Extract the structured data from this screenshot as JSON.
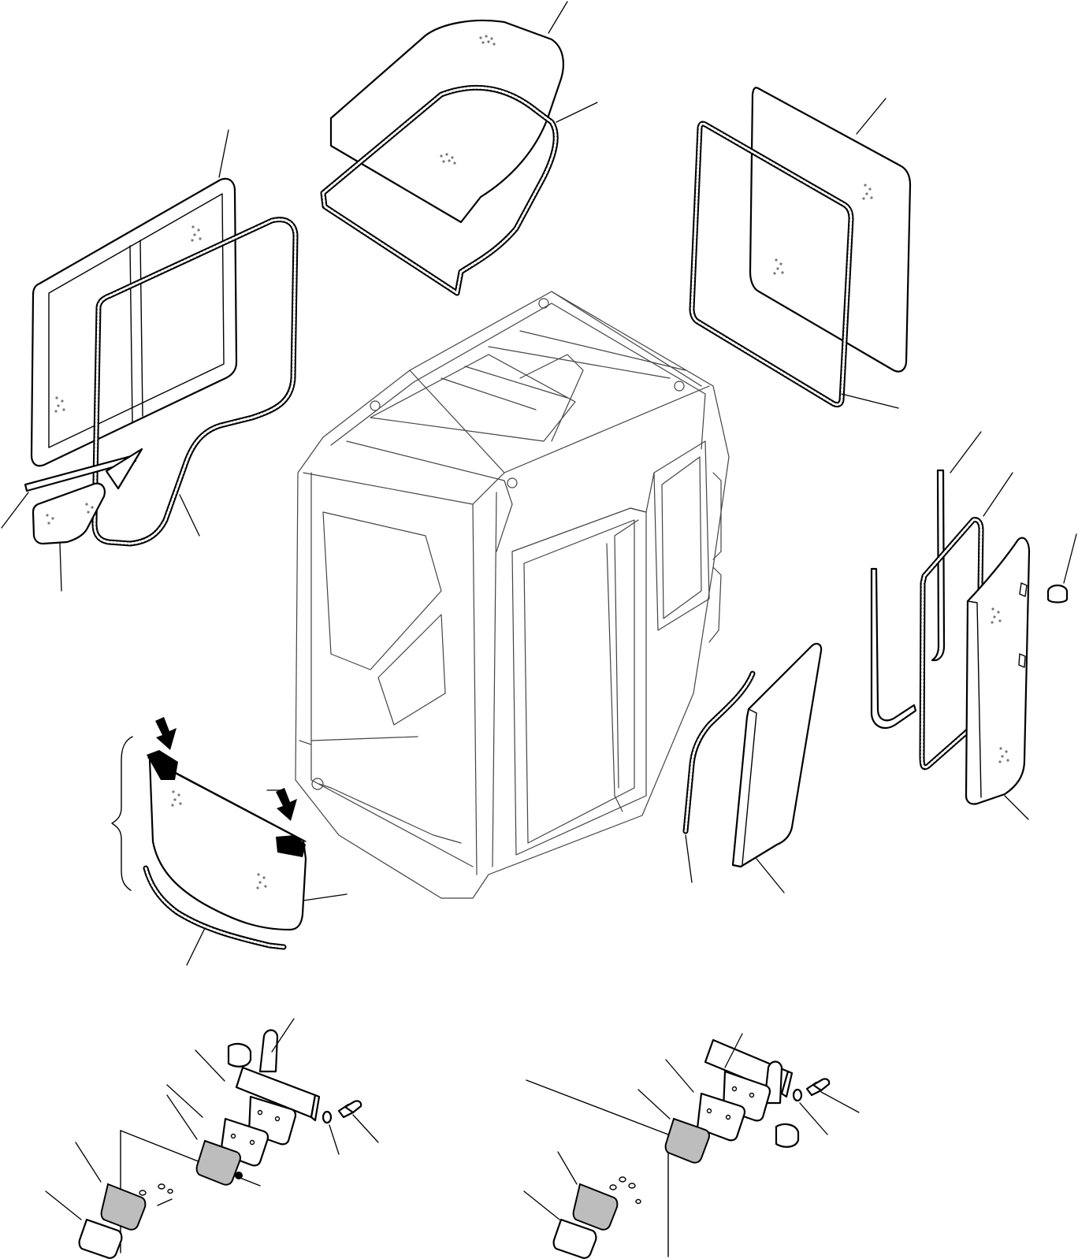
{
  "diagram": {
    "parts": [
      {
        "id": "cab-frame",
        "icon": "cab-frame-icon"
      },
      {
        "id": "roof-glass",
        "icon": "glass-panel-icon"
      },
      {
        "id": "roof-glass-seal",
        "icon": "rubber-seal-icon"
      },
      {
        "id": "side-glass-frame",
        "icon": "glass-panel-icon"
      },
      {
        "id": "side-glass-seal",
        "icon": "rubber-seal-icon"
      },
      {
        "id": "lower-glass-strip",
        "icon": "glass-panel-icon"
      },
      {
        "id": "rear-glass",
        "icon": "glass-panel-icon"
      },
      {
        "id": "rear-glass-seal",
        "icon": "rubber-seal-icon"
      },
      {
        "id": "front-lower-glass",
        "icon": "glass-panel-icon"
      },
      {
        "id": "front-lower-glass-seal",
        "icon": "rubber-seal-icon"
      },
      {
        "id": "corner-glass",
        "icon": "glass-panel-icon"
      },
      {
        "id": "corner-glass-seal",
        "icon": "rubber-seal-icon"
      },
      {
        "id": "door-glass",
        "icon": "glass-panel-icon"
      },
      {
        "id": "door-glass-seal",
        "icon": "rubber-seal-icon"
      },
      {
        "id": "door-glass-channel",
        "icon": "channel-icon"
      },
      {
        "id": "cap",
        "icon": "cap-icon"
      },
      {
        "id": "hinge-left",
        "icon": "hinge-icon"
      },
      {
        "id": "hinge-right",
        "icon": "hinge-icon"
      },
      {
        "id": "bolt",
        "icon": "bolt-icon"
      },
      {
        "id": "washer",
        "icon": "washer-icon"
      }
    ]
  }
}
